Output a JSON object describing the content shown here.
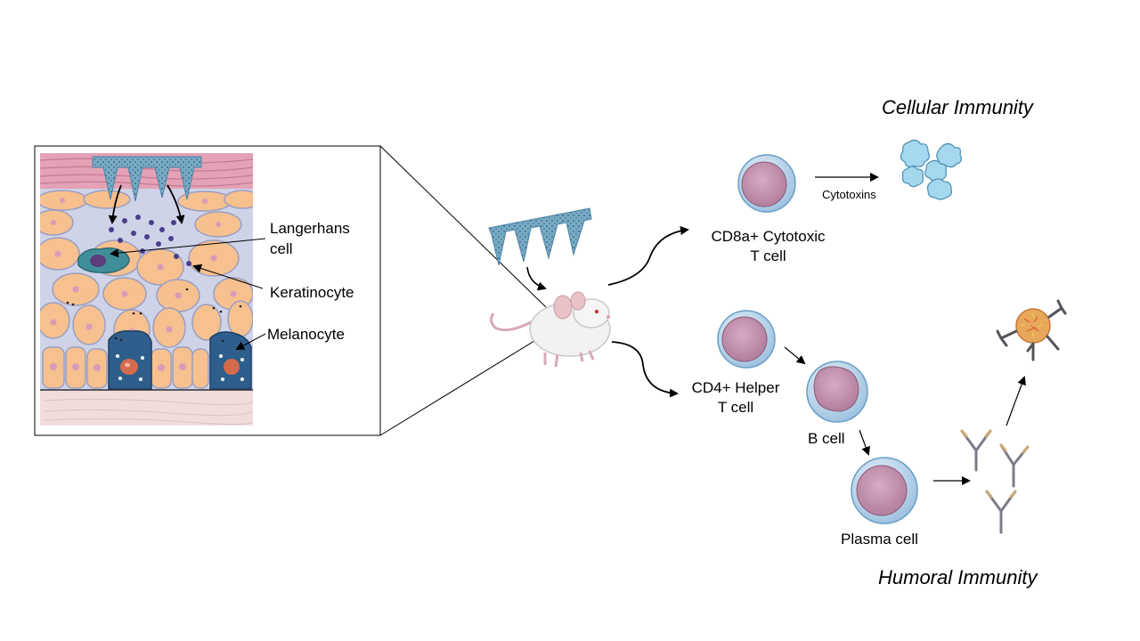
{
  "headings": {
    "cellular": "Cellular Immunity",
    "humoral": "Humoral Immunity"
  },
  "skin_labels": {
    "langerhans_line1": "Langerhans",
    "langerhans_line2": "cell",
    "keratinocyte": "Keratinocyte",
    "melanocyte": "Melanocyte"
  },
  "cells": {
    "cd8_line1": "CD8a+ Cytotoxic",
    "cd8_line2": "T cell",
    "cd4_line1": "CD4+ Helper",
    "cd4_line2": "T cell",
    "b_cell": "B cell",
    "plasma_cell": "Plasma cell"
  },
  "arrows": {
    "cytotoxins": "Cytotoxins"
  },
  "colors": {
    "skin_cell": "#f6c08f",
    "cell_membrane": "#b9d4ea",
    "lymphocyte": "#c593b1",
    "microneedle": "#6fa4c2",
    "target_cell": "#a5d8ee",
    "antibody": "#7f7a86"
  },
  "icons": [
    "microneedle-patch-icon",
    "mouse-icon",
    "lymphocyte-icon",
    "antibody-icon",
    "virus-icon",
    "killed-cell-icon"
  ]
}
